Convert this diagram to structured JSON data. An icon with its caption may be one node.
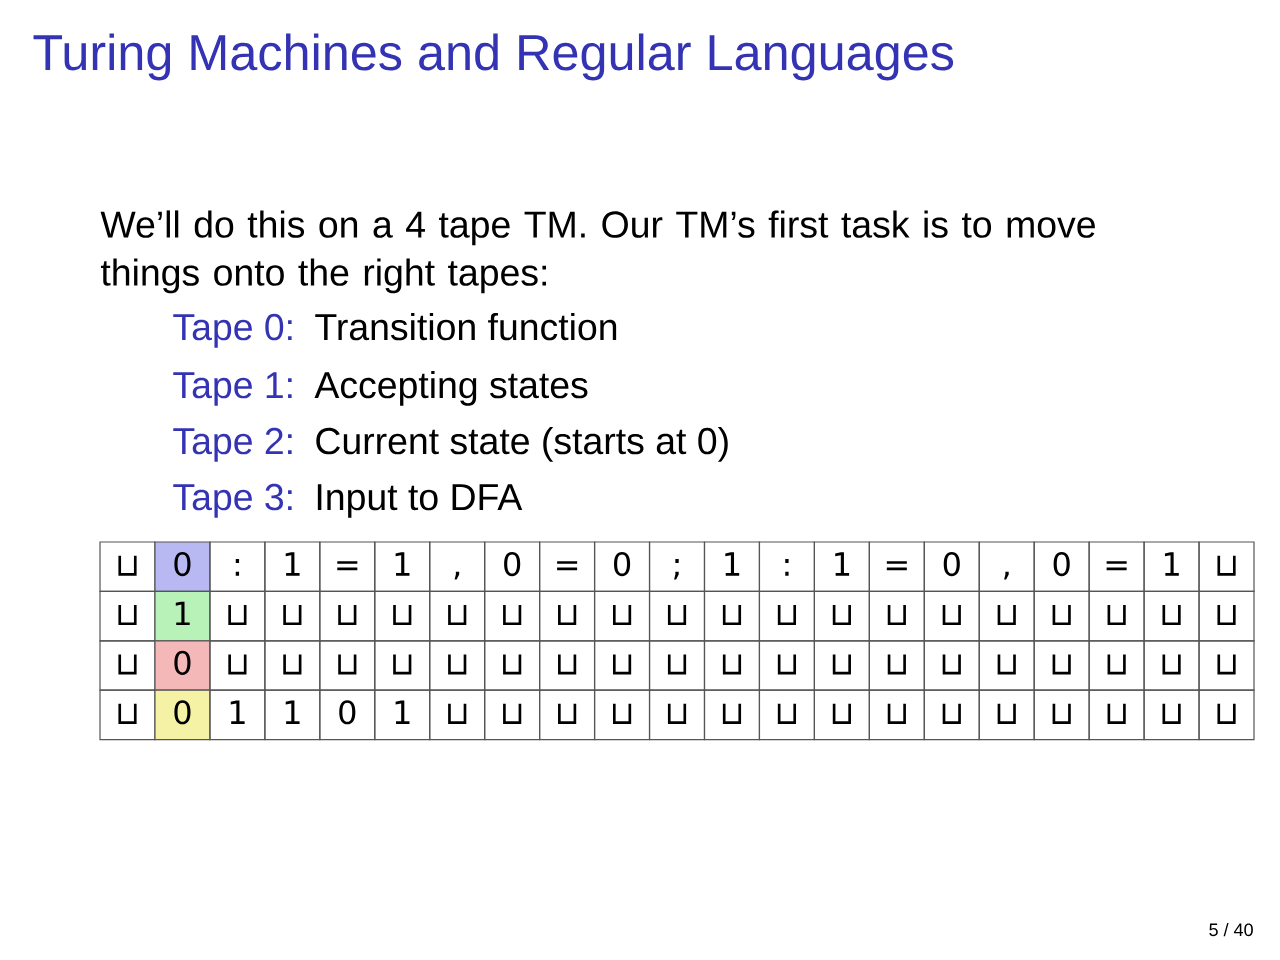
{
  "diagram": {
    "title": "Turing Machines and Regular Languages",
    "labels": [
      "We’ll do this on a 4 tape TM. Our TM’s first task is to move things onto the right tapes:",
      "Tape 0:",
      "Transition function",
      "Tape 1:",
      "Accepting states",
      "Tape 2:",
      "Current state (starts at 0)",
      "Tape 3:",
      "Input to DFA",
      "⊔",
      "0",
      ":",
      "1",
      "=",
      "1",
      ",",
      "0",
      "=",
      "0",
      ";",
      "1",
      ":",
      "1",
      "=",
      "0",
      ",",
      "0",
      "=",
      "1",
      "⊔",
      "⊔",
      "1",
      "⊔",
      "⊔",
      "⊔",
      "⊔",
      "⊔",
      "⊔",
      "⊔",
      "⊔",
      "⊔",
      "⊔",
      "⊔",
      "⊔",
      "⊔",
      "⊔",
      "⊔",
      "⊔",
      "⊔",
      "⊔",
      "⊔",
      "⊔",
      "0",
      "⊔",
      "⊔",
      "⊔",
      "⊔",
      "⊔",
      "⊔",
      "⊔",
      "⊔",
      "⊔",
      "⊔",
      "⊔",
      "⊔",
      "⊔",
      "⊔",
      "⊔",
      "⊔",
      "⊔",
      "⊔",
      "⊔",
      "⊔",
      "0",
      "1",
      "1",
      "0",
      "1",
      "⊔",
      "⊔",
      "⊔",
      "⊔",
      "⊔",
      "⊔",
      "⊔",
      "⊔",
      "⊔",
      "⊔",
      "⊔",
      "⊔",
      "⊔",
      "⊔",
      "⊔",
      "5 / 40"
    ]
  }
}
